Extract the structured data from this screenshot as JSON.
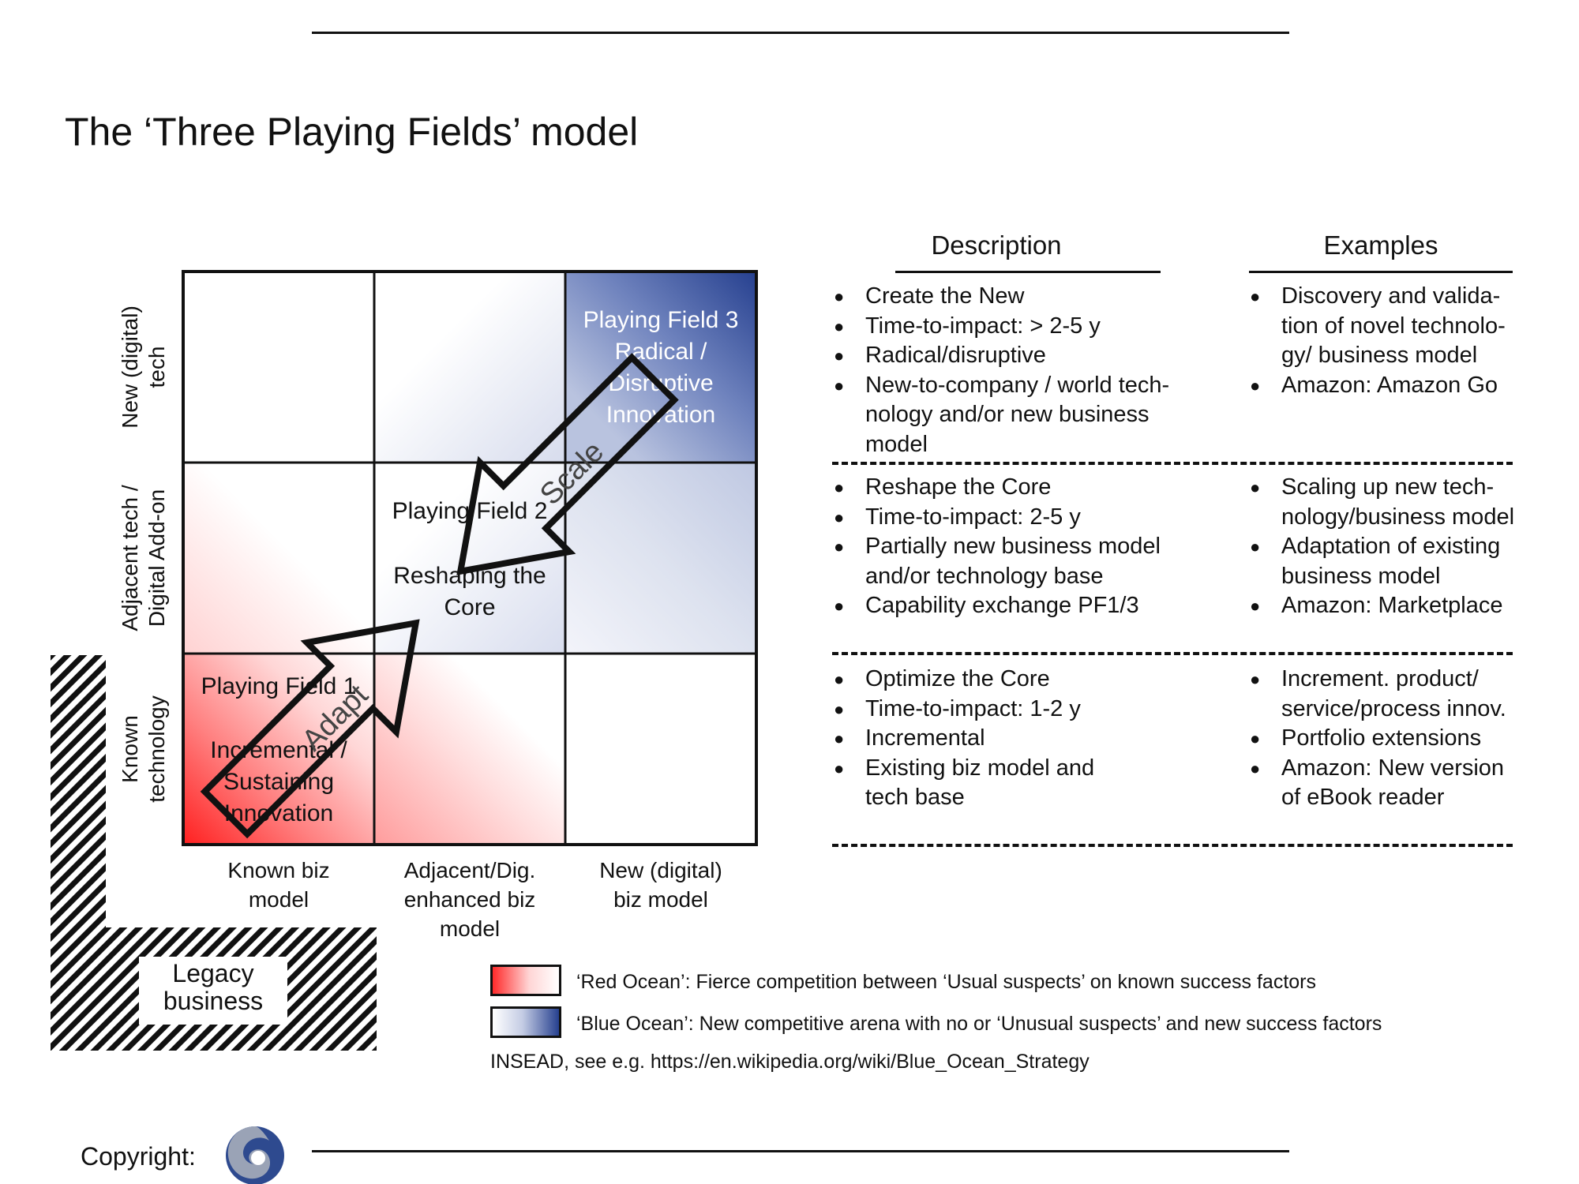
{
  "title": "The ‘Three Playing Fields’ model",
  "colors": {
    "red_ocean": "#ff2a2a",
    "blue_ocean": "#26408f",
    "line": "#111111"
  },
  "y_axis": [
    "New (digital)\ntech",
    "Adjacent tech /\nDigital Add-on",
    "Known\ntechnology"
  ],
  "x_axis": [
    "Known biz\nmodel",
    "Adjacent/Dig.\nenhanced biz\nmodel",
    "New (digital)\nbiz model"
  ],
  "fields": {
    "pf3": "Playing Field 3\nRadical /\nDisruptive\nInnovation",
    "pf2_title": "Playing Field 2",
    "pf2_sub": "Reshaping the\nCore",
    "pf1_title": "Playing Field 1",
    "pf1_sub": "Incremental /\nSustaining\nInnovation"
  },
  "arrows": {
    "scale": "Scale",
    "adapt": "Adapt"
  },
  "legacy": "Legacy\nbusiness",
  "columns": {
    "description": "Description",
    "examples": "Examples"
  },
  "rows": [
    {
      "description": [
        "Create the New",
        "Time-to-impact: > 2-5 y",
        "Radical/disruptive",
        "New-to-company / world tech-\nnology and/or new business\nmodel"
      ],
      "examples": [
        "Discovery and valida-\ntion of novel technolo-\ngy/ business model",
        "Amazon: Amazon Go"
      ]
    },
    {
      "description": [
        "Reshape the Core",
        "Time-to-impact: 2-5 y",
        "Partially new business model\nand/or technology base",
        "Capability exchange PF1/3"
      ],
      "examples": [
        "Scaling up new tech-\nnology/business model",
        "Adaptation of existing\nbusiness model",
        "Amazon: Marketplace"
      ]
    },
    {
      "description": [
        "Optimize the Core",
        "Time-to-impact: 1-2 y",
        "Incremental",
        "Existing biz model and\ntech base"
      ],
      "examples": [
        "Increment. product/\nservice/process innov.",
        "Portfolio extensions",
        "Amazon: New version\nof eBook reader"
      ]
    }
  ],
  "legend": {
    "red": "‘Red Ocean’: Fierce competition between ‘Usual suspects’ on known success factors",
    "blue": "‘Blue Ocean’: New competitive arena with no or ‘Unusual suspects’ and new success factors",
    "source": "INSEAD, see e.g. https://en.wikipedia.org/wiki/Blue_Ocean_Strategy"
  },
  "footer": {
    "copyright": "Copyright:",
    "logo_icon": "swirl-logo-icon"
  }
}
